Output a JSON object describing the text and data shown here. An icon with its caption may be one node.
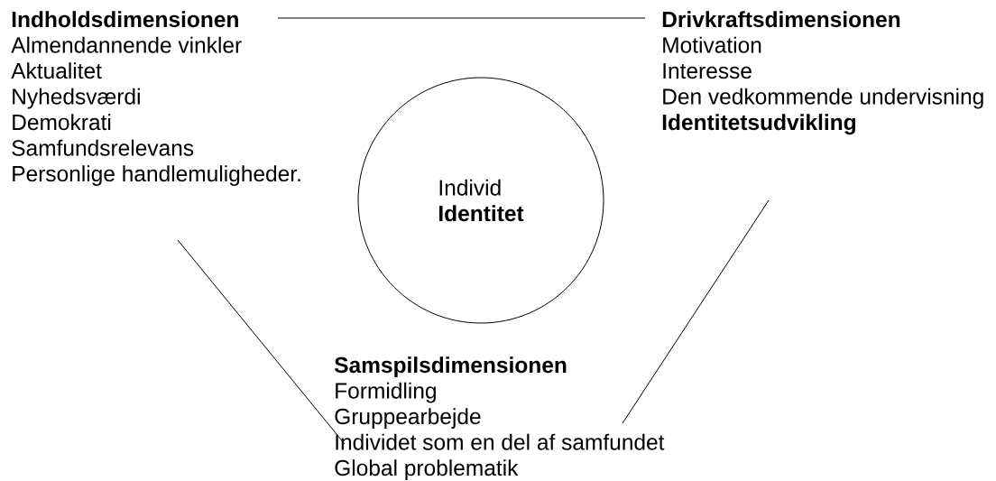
{
  "diagram": {
    "nodes": [
      {
        "text": [
          "Indholdsdimensionen",
          "Almendannende vinkler",
          "Aktualitet",
          "Nyhedsværdi",
          "Demokrati",
          "Samfundsrelevans",
          "Personlige handlemuligheder."
        ]
      },
      {
        "text": [
          "Drivkraftsdimensionen",
          "Motivation",
          "Interesse",
          "Den vedkommende undervisning",
          "Identitetsudvikling"
        ]
      },
      {
        "text": [
          "Samspilsdimensionen",
          "Formidling",
          "Gruppearbejde",
          "Individet som en del af samfundet",
          "Global problematik"
        ]
      },
      {
        "text": [
          "Individ",
          "Identitet"
        ]
      }
    ],
    "edges": [
      {
        "from": 0,
        "to": 1,
        "arrow": "none"
      },
      {
        "from": 0,
        "to": 2,
        "arrow": "none"
      },
      {
        "from": 1,
        "to": 2,
        "arrow": "none"
      }
    ]
  }
}
